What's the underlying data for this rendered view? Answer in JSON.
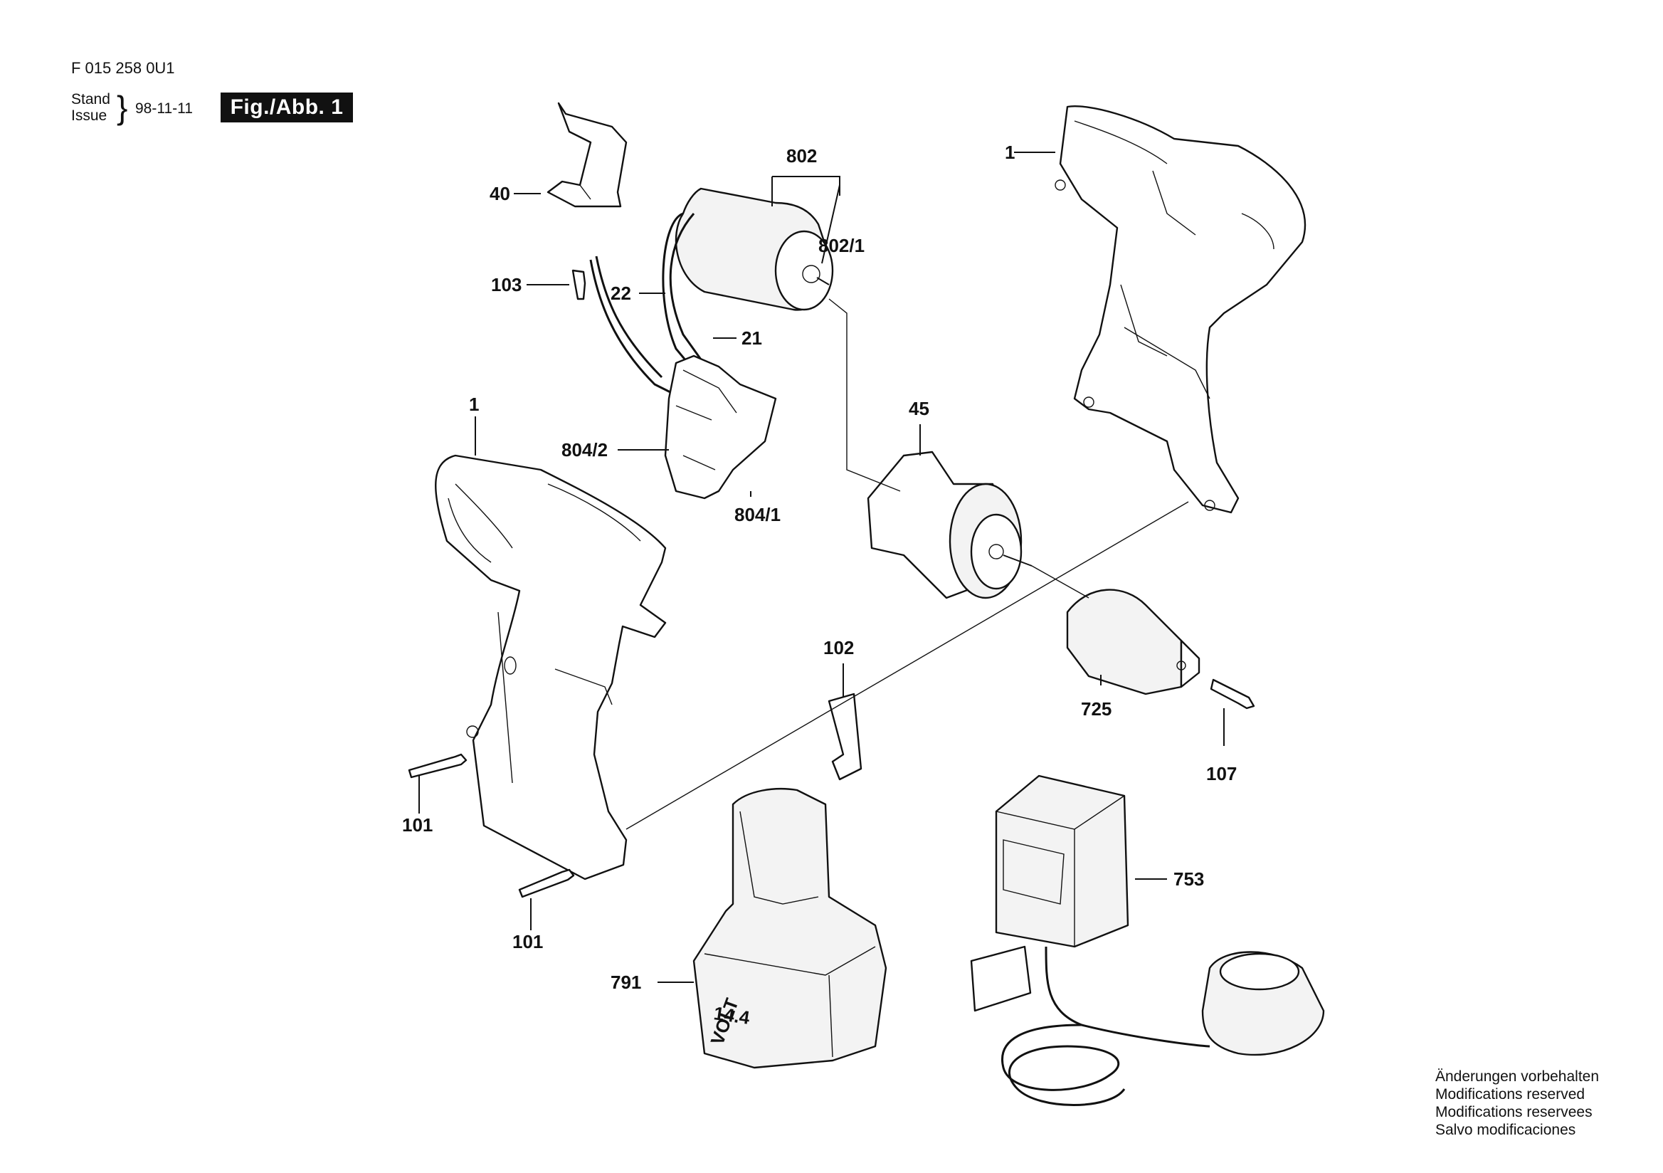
{
  "header": {
    "doc_id": "F 015 258 0U1",
    "stand": "Stand",
    "issue": "Issue",
    "brace": "}",
    "date": "98-11-11",
    "fig_label": "Fig./Abb. 1"
  },
  "callouts": {
    "c40": "40",
    "c103": "103",
    "c802": "802",
    "c802_1": "802/1",
    "c22": "22",
    "c21": "21",
    "c804_2": "804/2",
    "c804_1": "804/1",
    "c1_top": "1",
    "c1_left": "1",
    "c45": "45",
    "c102": "102",
    "c725": "725",
    "c107": "107",
    "c101_a": "101",
    "c101_b": "101",
    "c753": "753",
    "c791": "791"
  },
  "battery_text": {
    "voltage": "14.4",
    "unit": "VOLT"
  },
  "notes": [
    "Änderungen vorbehalten",
    "Modifications reserved",
    "Modifications reservees",
    "Salvo modificaciones"
  ]
}
